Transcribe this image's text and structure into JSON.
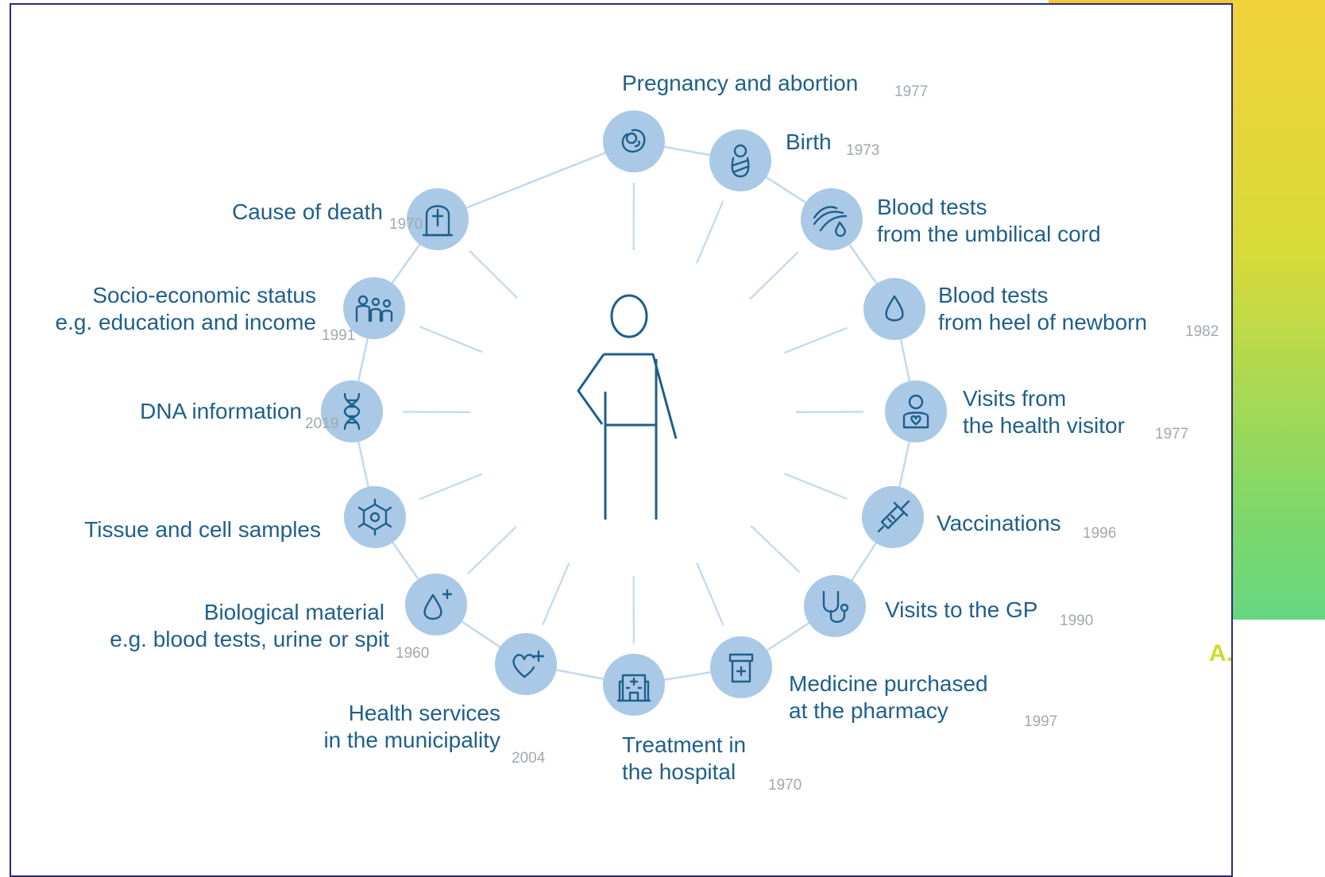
{
  "nodes": [
    {
      "id": "pregnancy",
      "icon": "fetus-icon",
      "lines": [
        "Pregnancy and abortion"
      ],
      "year": "1977"
    },
    {
      "id": "birth",
      "icon": "baby-icon",
      "lines": [
        "Birth"
      ],
      "year": "1973"
    },
    {
      "id": "umbilical",
      "icon": "umbilical-cord-icon",
      "lines": [
        "Blood tests",
        "from the umbilical cord"
      ],
      "year": ""
    },
    {
      "id": "heel",
      "icon": "blood-drop-icon",
      "lines": [
        "Blood tests",
        "from heel of newborn"
      ],
      "year": "1982"
    },
    {
      "id": "health-visitor",
      "icon": "health-visitor-icon",
      "lines": [
        "Visits from",
        "the health visitor"
      ],
      "year": "1977"
    },
    {
      "id": "vaccinations",
      "icon": "syringe-icon",
      "lines": [
        "Vaccinations"
      ],
      "year": "1996"
    },
    {
      "id": "gp",
      "icon": "stethoscope-icon",
      "lines": [
        "Visits to the GP"
      ],
      "year": "1990"
    },
    {
      "id": "pharmacy",
      "icon": "medicine-jar-icon",
      "lines": [
        "Medicine purchased",
        "at the pharmacy"
      ],
      "year": "1997"
    },
    {
      "id": "hospital",
      "icon": "hospital-icon",
      "lines": [
        "Treatment in",
        "the hospital"
      ],
      "year": "1970"
    },
    {
      "id": "municipality",
      "icon": "heart-plus-icon",
      "lines": [
        "Health services",
        "in the municipality"
      ],
      "year": "2004"
    },
    {
      "id": "biological",
      "icon": "drop-plus-icon",
      "lines": [
        "Biological material",
        "e.g. blood tests, urine or spit"
      ],
      "year": "1960"
    },
    {
      "id": "tissue",
      "icon": "cell-icon",
      "lines": [
        "Tissue and cell samples"
      ],
      "year": ""
    },
    {
      "id": "dna",
      "icon": "dna-icon",
      "lines": [
        "DNA information"
      ],
      "year": "2019"
    },
    {
      "id": "socio",
      "icon": "family-icon",
      "lines": [
        "Socio-economic status",
        "e.g. education and income"
      ],
      "year": "1991"
    },
    {
      "id": "death",
      "icon": "gravestone-icon",
      "lines": [
        "Cause of death"
      ],
      "year": "1970"
    }
  ],
  "corner_mark": "A.",
  "colors": {
    "circle": "#a9c9e6",
    "icon": "#1f5f8b",
    "label": "#1f5f8b",
    "year": "#a2a8ae",
    "ring": "#c2d9ee",
    "frame": "#2d2a7a"
  }
}
